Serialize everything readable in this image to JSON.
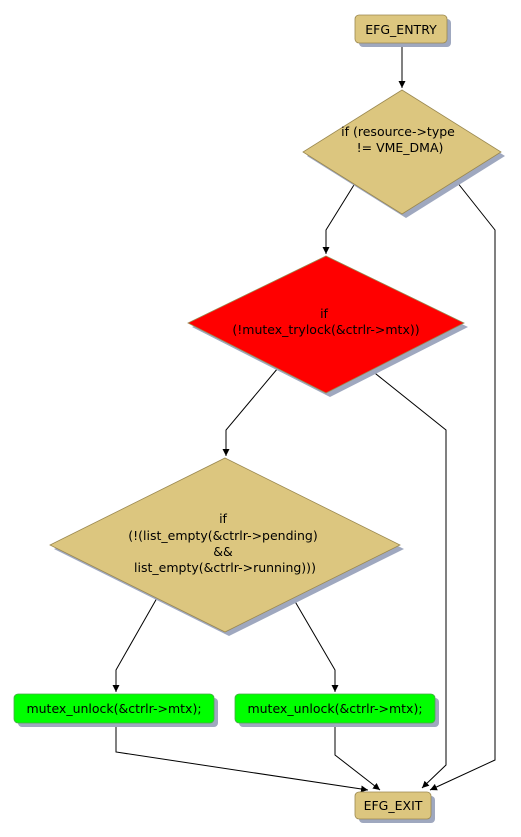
{
  "colors": {
    "default_fill": "#dcc67f",
    "error_fill": "#ff0000",
    "unlock_fill": "#00ff00",
    "shadow": "#9fa8bf",
    "stroke": "#9a8850",
    "edge": "#000000"
  },
  "nodes": {
    "entry": {
      "label": "EFG_ENTRY",
      "shape": "rounded-rect",
      "fill": "default"
    },
    "cond_resource_type": {
      "lines": [
        "if (resource->type",
        "!= VME_DMA)"
      ],
      "shape": "diamond",
      "fill": "default"
    },
    "cond_trylock": {
      "lines": [
        "if",
        "(!mutex_trylock(&ctrlr->mtx))"
      ],
      "shape": "diamond",
      "fill": "error"
    },
    "cond_lists_empty": {
      "lines": [
        "if",
        "(!(list_empty(&ctrlr->pending)",
        "&&",
        "list_empty(&ctrlr->running)))"
      ],
      "shape": "diamond",
      "fill": "default"
    },
    "unlock_left": {
      "label": "mutex_unlock(&ctrlr->mtx);",
      "shape": "rounded-rect",
      "fill": "unlock"
    },
    "unlock_right": {
      "label": "mutex_unlock(&ctrlr->mtx);",
      "shape": "rounded-rect",
      "fill": "unlock"
    },
    "exit": {
      "label": "EFG_EXIT",
      "shape": "rounded-rect",
      "fill": "default"
    }
  },
  "edges": [
    {
      "from": "entry",
      "to": "cond_resource_type"
    },
    {
      "from": "cond_resource_type",
      "to": "cond_trylock"
    },
    {
      "from": "cond_resource_type",
      "to": "exit"
    },
    {
      "from": "cond_trylock",
      "to": "cond_lists_empty"
    },
    {
      "from": "cond_trylock",
      "to": "exit"
    },
    {
      "from": "cond_lists_empty",
      "to": "unlock_left"
    },
    {
      "from": "cond_lists_empty",
      "to": "unlock_right"
    },
    {
      "from": "unlock_left",
      "to": "exit"
    },
    {
      "from": "unlock_right",
      "to": "exit"
    }
  ]
}
